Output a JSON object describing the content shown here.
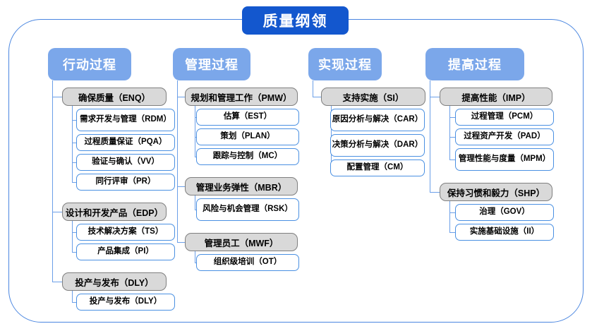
{
  "root": {
    "title": "质量纲领"
  },
  "colors": {
    "root_fill": "#1357ce",
    "header_fill": "#7ba7ea",
    "group_fill": "#d9d9d9",
    "group_border": "#7f7f7f",
    "leaf_border": "#4a90e2",
    "frame_border": "#4a86e0",
    "connector": "#6b9fe8"
  },
  "columns": [
    {
      "header": "行动过程",
      "groups": [
        {
          "label": "确保质量（ENQ）",
          "items": [
            "需求开发与管理（RDM）",
            "过程质量保证（PQA）",
            "验证与确认（VV）",
            "同行评审（PR）"
          ]
        },
        {
          "label": "设计和开发产品（EDP）",
          "items": [
            "技术解决方案（TS）",
            "产品集成（PI）"
          ]
        },
        {
          "label": "投产与发布（DLY）",
          "items": [
            "投产与发布（DLY）"
          ]
        }
      ]
    },
    {
      "header": "管理过程",
      "groups": [
        {
          "label": "规划和管理工作（PMW）",
          "items": [
            "估算（EST）",
            "策划（PLAN）",
            "跟踪与控制（MC）"
          ]
        },
        {
          "label": "管理业务弹性（MBR）",
          "items": [
            "风险与机会管理（RSK）"
          ]
        },
        {
          "label": "管理员工（MWF）",
          "items": [
            "组织级培训（OT）"
          ]
        }
      ]
    },
    {
      "header": "实现过程",
      "groups": [
        {
          "label": "支持实施（SI）",
          "items": [
            "原因分析与解决（CAR）",
            "决策分析与解决（DAR）",
            "配置管理（CM）"
          ]
        }
      ]
    },
    {
      "header": "提高过程",
      "groups": [
        {
          "label": "提高性能（IMP）",
          "items": [
            "过程管理（PCM）",
            "过程资产开发（PAD）",
            "管理性能与度量（MPM）"
          ]
        },
        {
          "label": "保持习惯和毅力（SHP）",
          "items": [
            "治理（GOV）",
            "实施基础设施（II）"
          ]
        }
      ]
    }
  ]
}
